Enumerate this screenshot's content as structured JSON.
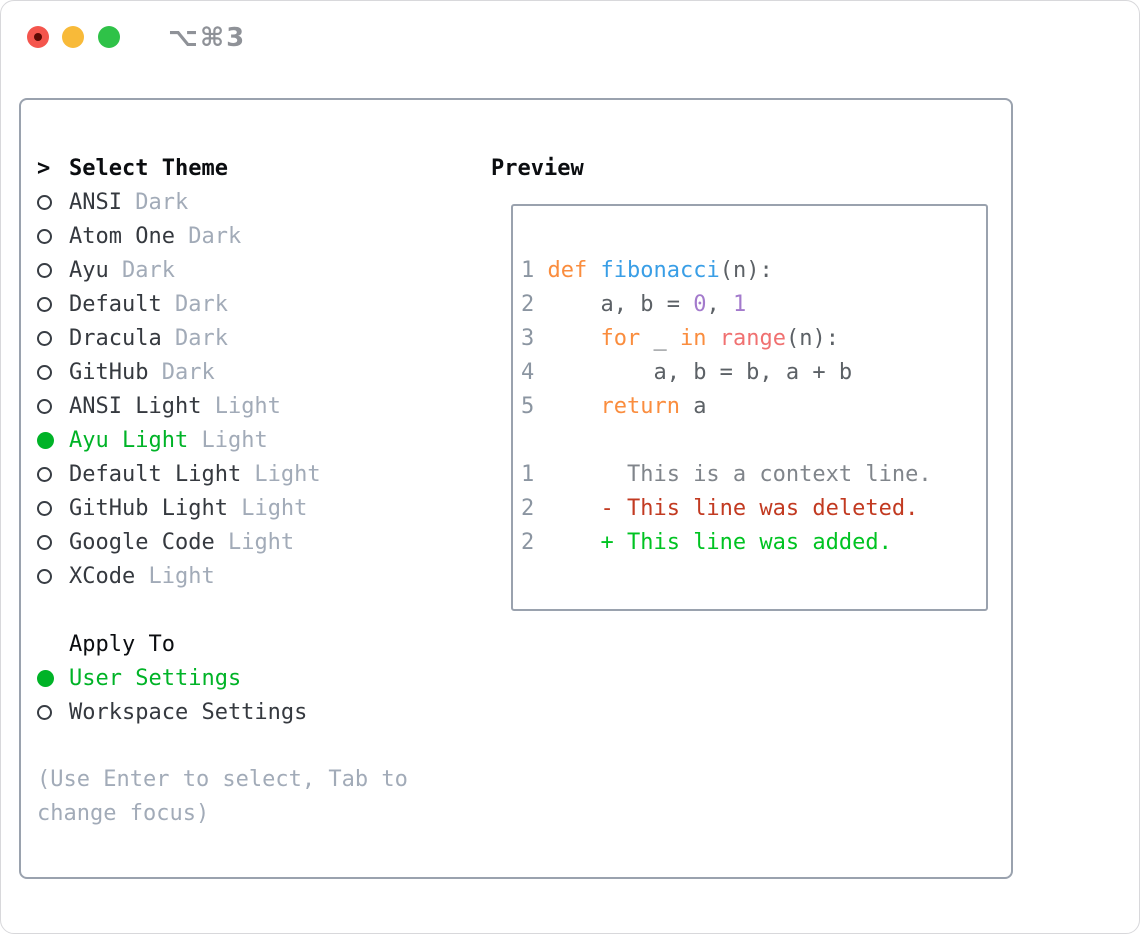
{
  "window": {
    "title": "⌥⌘3",
    "colors": {
      "close": "#f4554d",
      "close_dot": "#5c0a05",
      "minimize": "#f8ba39",
      "zoom": "#2fc248",
      "title": "#8f9298"
    }
  },
  "sidebar": {
    "header": {
      "prompt": ">",
      "label": "Select Theme"
    },
    "themes": [
      {
        "name": "ANSI",
        "variant": "Dark",
        "selected": false
      },
      {
        "name": "Atom One",
        "variant": "Dark",
        "selected": false
      },
      {
        "name": "Ayu",
        "variant": "Dark",
        "selected": false
      },
      {
        "name": "Default",
        "variant": "Dark",
        "selected": false
      },
      {
        "name": "Dracula",
        "variant": "Dark",
        "selected": false
      },
      {
        "name": "GitHub",
        "variant": "Dark",
        "selected": false
      },
      {
        "name": "ANSI Light",
        "variant": "Light",
        "selected": false
      },
      {
        "name": "Ayu Light",
        "variant": "Light",
        "selected": true
      },
      {
        "name": "Default Light",
        "variant": "Light",
        "selected": false
      },
      {
        "name": "GitHub Light",
        "variant": "Light",
        "selected": false
      },
      {
        "name": "Google Code",
        "variant": "Light",
        "selected": false
      },
      {
        "name": "XCode",
        "variant": "Light",
        "selected": false
      }
    ],
    "apply_to": {
      "header": "Apply To",
      "options": [
        {
          "label": "User Settings",
          "selected": true
        },
        {
          "label": "Workspace Settings",
          "selected": false
        }
      ]
    },
    "hint": "(Use Enter to select, Tab to change focus)",
    "colors": {
      "header": "#0b0d10",
      "name": "#35393f",
      "variant": "#a2abb8",
      "selected": "#00b327",
      "hint": "#a2abb8",
      "marker": "#383d44"
    }
  },
  "preview": {
    "header": "Preview",
    "colors": {
      "lineno": "#8b95a1",
      "default": "#5c6166",
      "keyword": "#fa8d3e",
      "entity": "#399ee6",
      "constant": "#a37acc",
      "markup": "#f07171",
      "context": "#80858b",
      "deleted": "#c23a21",
      "added": "#00c322"
    },
    "code_lines": [
      [
        {
          "t": "1 ",
          "c": "lineno"
        },
        {
          "t": "def",
          "c": "keyword"
        },
        {
          "t": " ",
          "c": "default"
        },
        {
          "t": "fibonacci",
          "c": "entity"
        },
        {
          "t": "(n):",
          "c": "default"
        }
      ],
      [
        {
          "t": "2",
          "c": "lineno"
        },
        {
          "t": "     a, b = ",
          "c": "default"
        },
        {
          "t": "0",
          "c": "constant"
        },
        {
          "t": ", ",
          "c": "default"
        },
        {
          "t": "1",
          "c": "constant"
        }
      ],
      [
        {
          "t": "3",
          "c": "lineno"
        },
        {
          "t": "     ",
          "c": "default"
        },
        {
          "t": "for",
          "c": "keyword"
        },
        {
          "t": " _ ",
          "c": "default"
        },
        {
          "t": "in",
          "c": "keyword"
        },
        {
          "t": " ",
          "c": "default"
        },
        {
          "t": "range",
          "c": "markup"
        },
        {
          "t": "(n):",
          "c": "default"
        }
      ],
      [
        {
          "t": "4",
          "c": "lineno"
        },
        {
          "t": "         a, b = b, a + b",
          "c": "default"
        }
      ],
      [
        {
          "t": "5",
          "c": "lineno"
        },
        {
          "t": "     ",
          "c": "default"
        },
        {
          "t": "return",
          "c": "keyword"
        },
        {
          "t": " a",
          "c": "default"
        }
      ],
      [],
      [
        {
          "t": "1",
          "c": "lineno"
        },
        {
          "t": "       This is a context line.",
          "c": "context"
        }
      ],
      [
        {
          "t": "2",
          "c": "lineno"
        },
        {
          "t": "     - This line was deleted.",
          "c": "deleted"
        }
      ],
      [
        {
          "t": "2",
          "c": "lineno"
        },
        {
          "t": "     + This line was added.",
          "c": "added"
        }
      ]
    ]
  }
}
